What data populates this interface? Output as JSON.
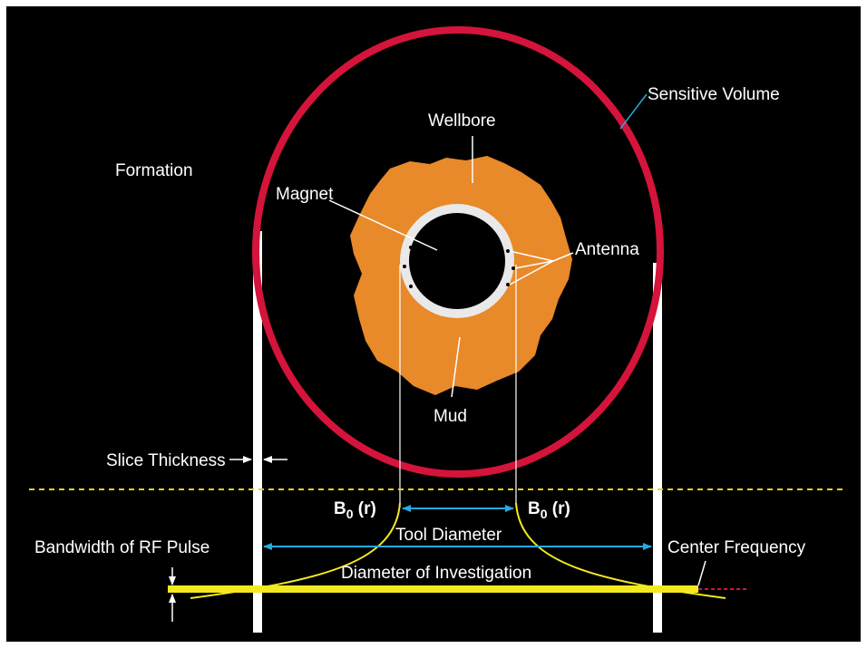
{
  "labels": {
    "formation": "Formation",
    "sensitive_volume": "Sensitive Volume",
    "wellbore": "Wellbore",
    "magnet": "Magnet",
    "antenna": "Antenna",
    "mud": "Mud",
    "slice_thickness": "Slice Thickness",
    "b0_left_main": "B",
    "b0_left_sub": "0",
    "b0_left_tail": " (r)",
    "b0_right_main": "B",
    "b0_right_sub": "0",
    "b0_right_tail": " (r)",
    "tool_diameter": "Tool Diameter",
    "bandwidth": "Bandwidth of RF Pulse",
    "center_frequency": "Center Frequency",
    "diameter_of_investigation": "Diameter of Investigation"
  },
  "colors": {
    "background": "#000000",
    "sensitive_volume_ring": "#d4143a",
    "wellbore_fill": "#e8892a",
    "tool_ring": "#e9e9e9",
    "rf_band": "#f2ea1f",
    "b0_curve": "#f2ea1f",
    "dashed_line": "#e9d21f",
    "leader_line": "#2aa8e0",
    "arrow": "#2aa8e0",
    "white": "#ffffff",
    "center_freq_dash": "#d4143a"
  }
}
